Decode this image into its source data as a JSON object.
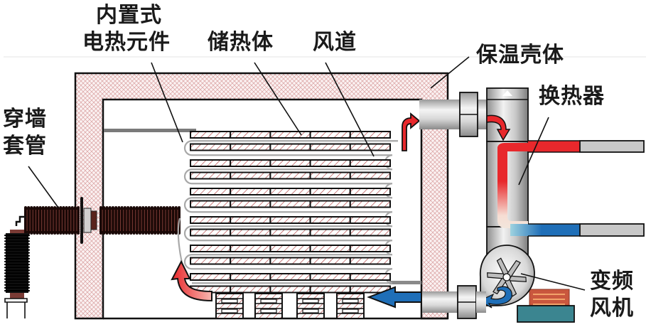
{
  "diagram": {
    "title": "Electric heat storage unit with variable-frequency fan",
    "labels": {
      "heater_line1": "内置式",
      "heater_line2": "电热元件",
      "storage": "储热体",
      "air_duct": "风道",
      "shell": "保温壳体",
      "wall_bushing_line1": "穿墙",
      "wall_bushing_line2": "套管",
      "heat_exchanger": "换热器",
      "fan_line1": "变频",
      "fan_line2": "风机"
    },
    "storage_core": {
      "slab_rows": 12,
      "segments_per_row": 5,
      "support_piers": 4
    },
    "colors": {
      "hot_air": "#e8282c",
      "cold_air": "#1f6fb8",
      "insulation_hatch": "#d9a0a0",
      "storage_hatch": "#b44a4a",
      "bushing": "#3a1612",
      "motor_coil": "#c9573e",
      "motor_base": "#3b8590",
      "pipe_gray": "#bdbdbd"
    }
  }
}
